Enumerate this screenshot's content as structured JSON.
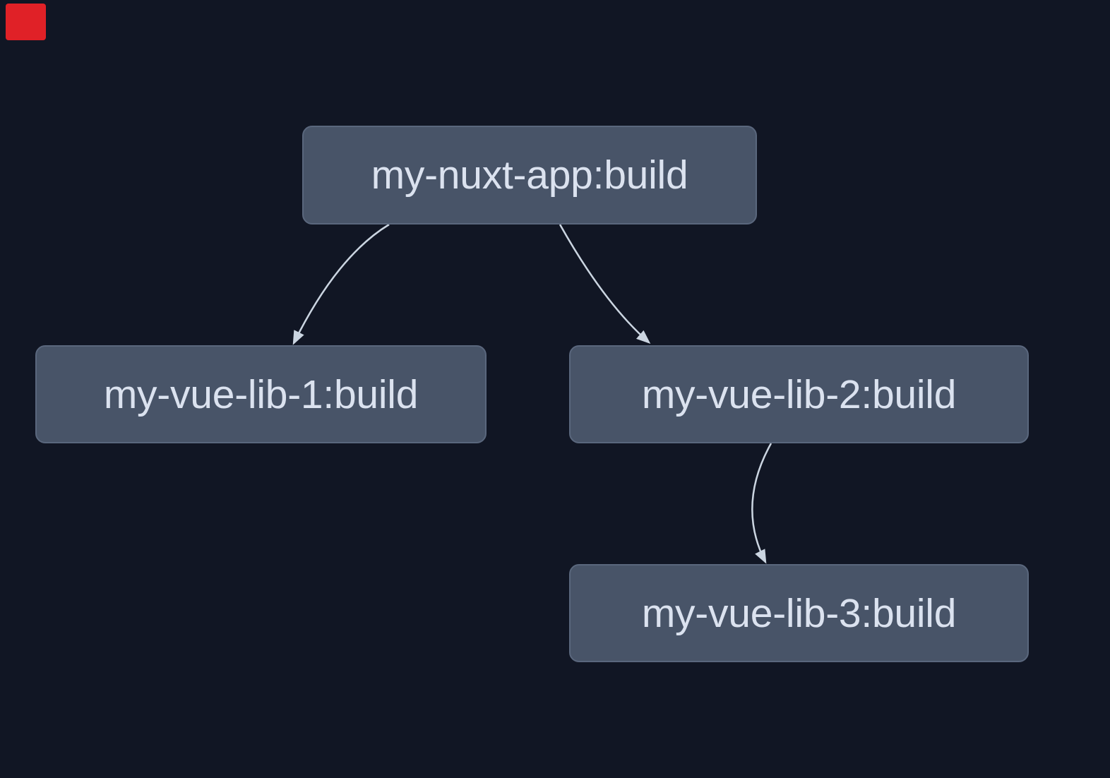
{
  "colors": {
    "background": "#111624",
    "node_fill": "#485468",
    "node_border": "#5a677d",
    "node_text": "#dbe2ef",
    "edge": "#cbd5e1",
    "marker_red": "#e02127"
  },
  "graph": {
    "nodes": [
      {
        "id": "my-nuxt-app-build",
        "label": "my-nuxt-app:build"
      },
      {
        "id": "my-vue-lib-1-build",
        "label": "my-vue-lib-1:build"
      },
      {
        "id": "my-vue-lib-2-build",
        "label": "my-vue-lib-2:build"
      },
      {
        "id": "my-vue-lib-3-build",
        "label": "my-vue-lib-3:build"
      }
    ],
    "edges": [
      {
        "from": "my-nuxt-app:build",
        "to": "my-vue-lib-1:build"
      },
      {
        "from": "my-nuxt-app:build",
        "to": "my-vue-lib-2:build"
      },
      {
        "from": "my-vue-lib-2:build",
        "to": "my-vue-lib-3:build"
      }
    ]
  }
}
